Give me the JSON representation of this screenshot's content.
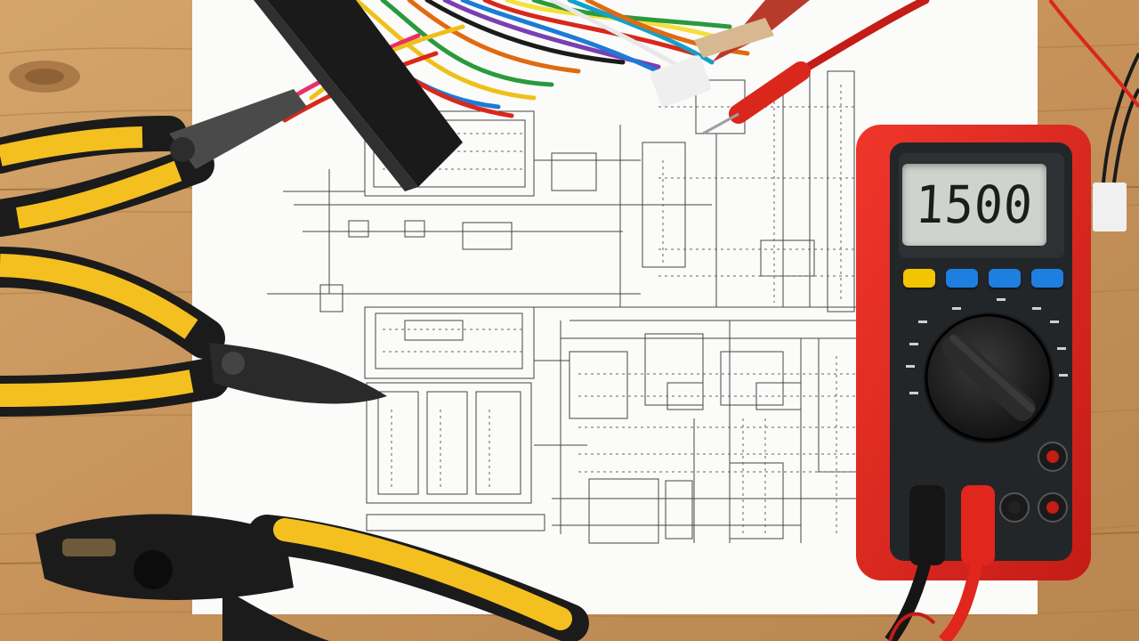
{
  "scene": {
    "multimeter": {
      "display_reading": "1500",
      "button_colors": [
        "#f2c500",
        "#1f7fe0",
        "#1f7fe0",
        "#1f7fe0"
      ],
      "body_color": "#e0261d"
    },
    "background": "wooden-table",
    "document": "electrical-schematic",
    "tools": [
      "pliers",
      "diagonal-cutters",
      "wire-stripper"
    ]
  }
}
